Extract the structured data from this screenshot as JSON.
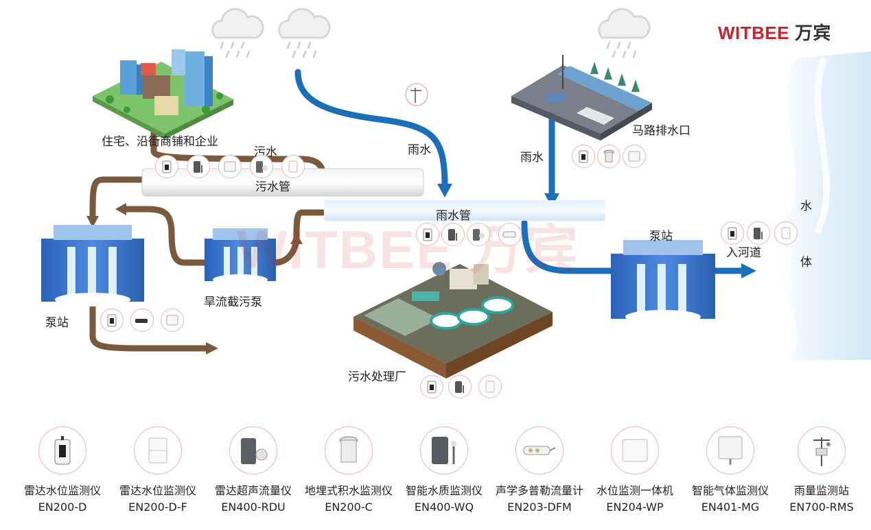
{
  "brand": {
    "latin": "WITBEE",
    "cjk": "万宾",
    "color": "#c8242b"
  },
  "watermark": "WITBEE 万宾",
  "labels": {
    "residential": "住宅、沿街商铺和企业",
    "sewage": "污水",
    "sewage_pipe": "污水管",
    "rain1": "雨水",
    "rain2": "雨水",
    "rain_pipe": "雨水管",
    "road_drain": "马路排水口",
    "dry_pump": "旱流截污泵",
    "pump_left": "泵站",
    "pump_right": "泵站",
    "treatment": "污水处理厂",
    "into_river": "入河道",
    "water_1": "水",
    "water_2": "体"
  },
  "colors": {
    "sewage_flow": "#7a5a3c",
    "rain_flow": "#1a6fb8",
    "river": "#dcecf8",
    "circle_border": "#f0b4b4"
  },
  "products": [
    {
      "name": "雷达水位监测仪",
      "model": "EN200-D",
      "icon": "radar-level-icon"
    },
    {
      "name": "雷达水位监测仪",
      "model": "EN200-D-F",
      "icon": "radar-level-white-icon"
    },
    {
      "name": "雷达超声流量仪",
      "model": "EN400-RDU",
      "icon": "radar-flow-icon"
    },
    {
      "name": "地埋式积水监测仪",
      "model": "EN200-C",
      "icon": "buried-water-icon"
    },
    {
      "name": "智能水质监测仪",
      "model": "EN400-WQ",
      "icon": "water-quality-icon"
    },
    {
      "name": "声学多普勒流量计",
      "model": "EN203-DFM",
      "icon": "doppler-flow-icon"
    },
    {
      "name": "水位监测一体机",
      "model": "EN204-WP",
      "icon": "level-box-icon"
    },
    {
      "name": "智能气体监测仪",
      "model": "EN401-MG",
      "icon": "gas-monitor-icon"
    },
    {
      "name": "雨量监测站",
      "model": "EN700-RMS",
      "icon": "rain-station-icon"
    }
  ]
}
